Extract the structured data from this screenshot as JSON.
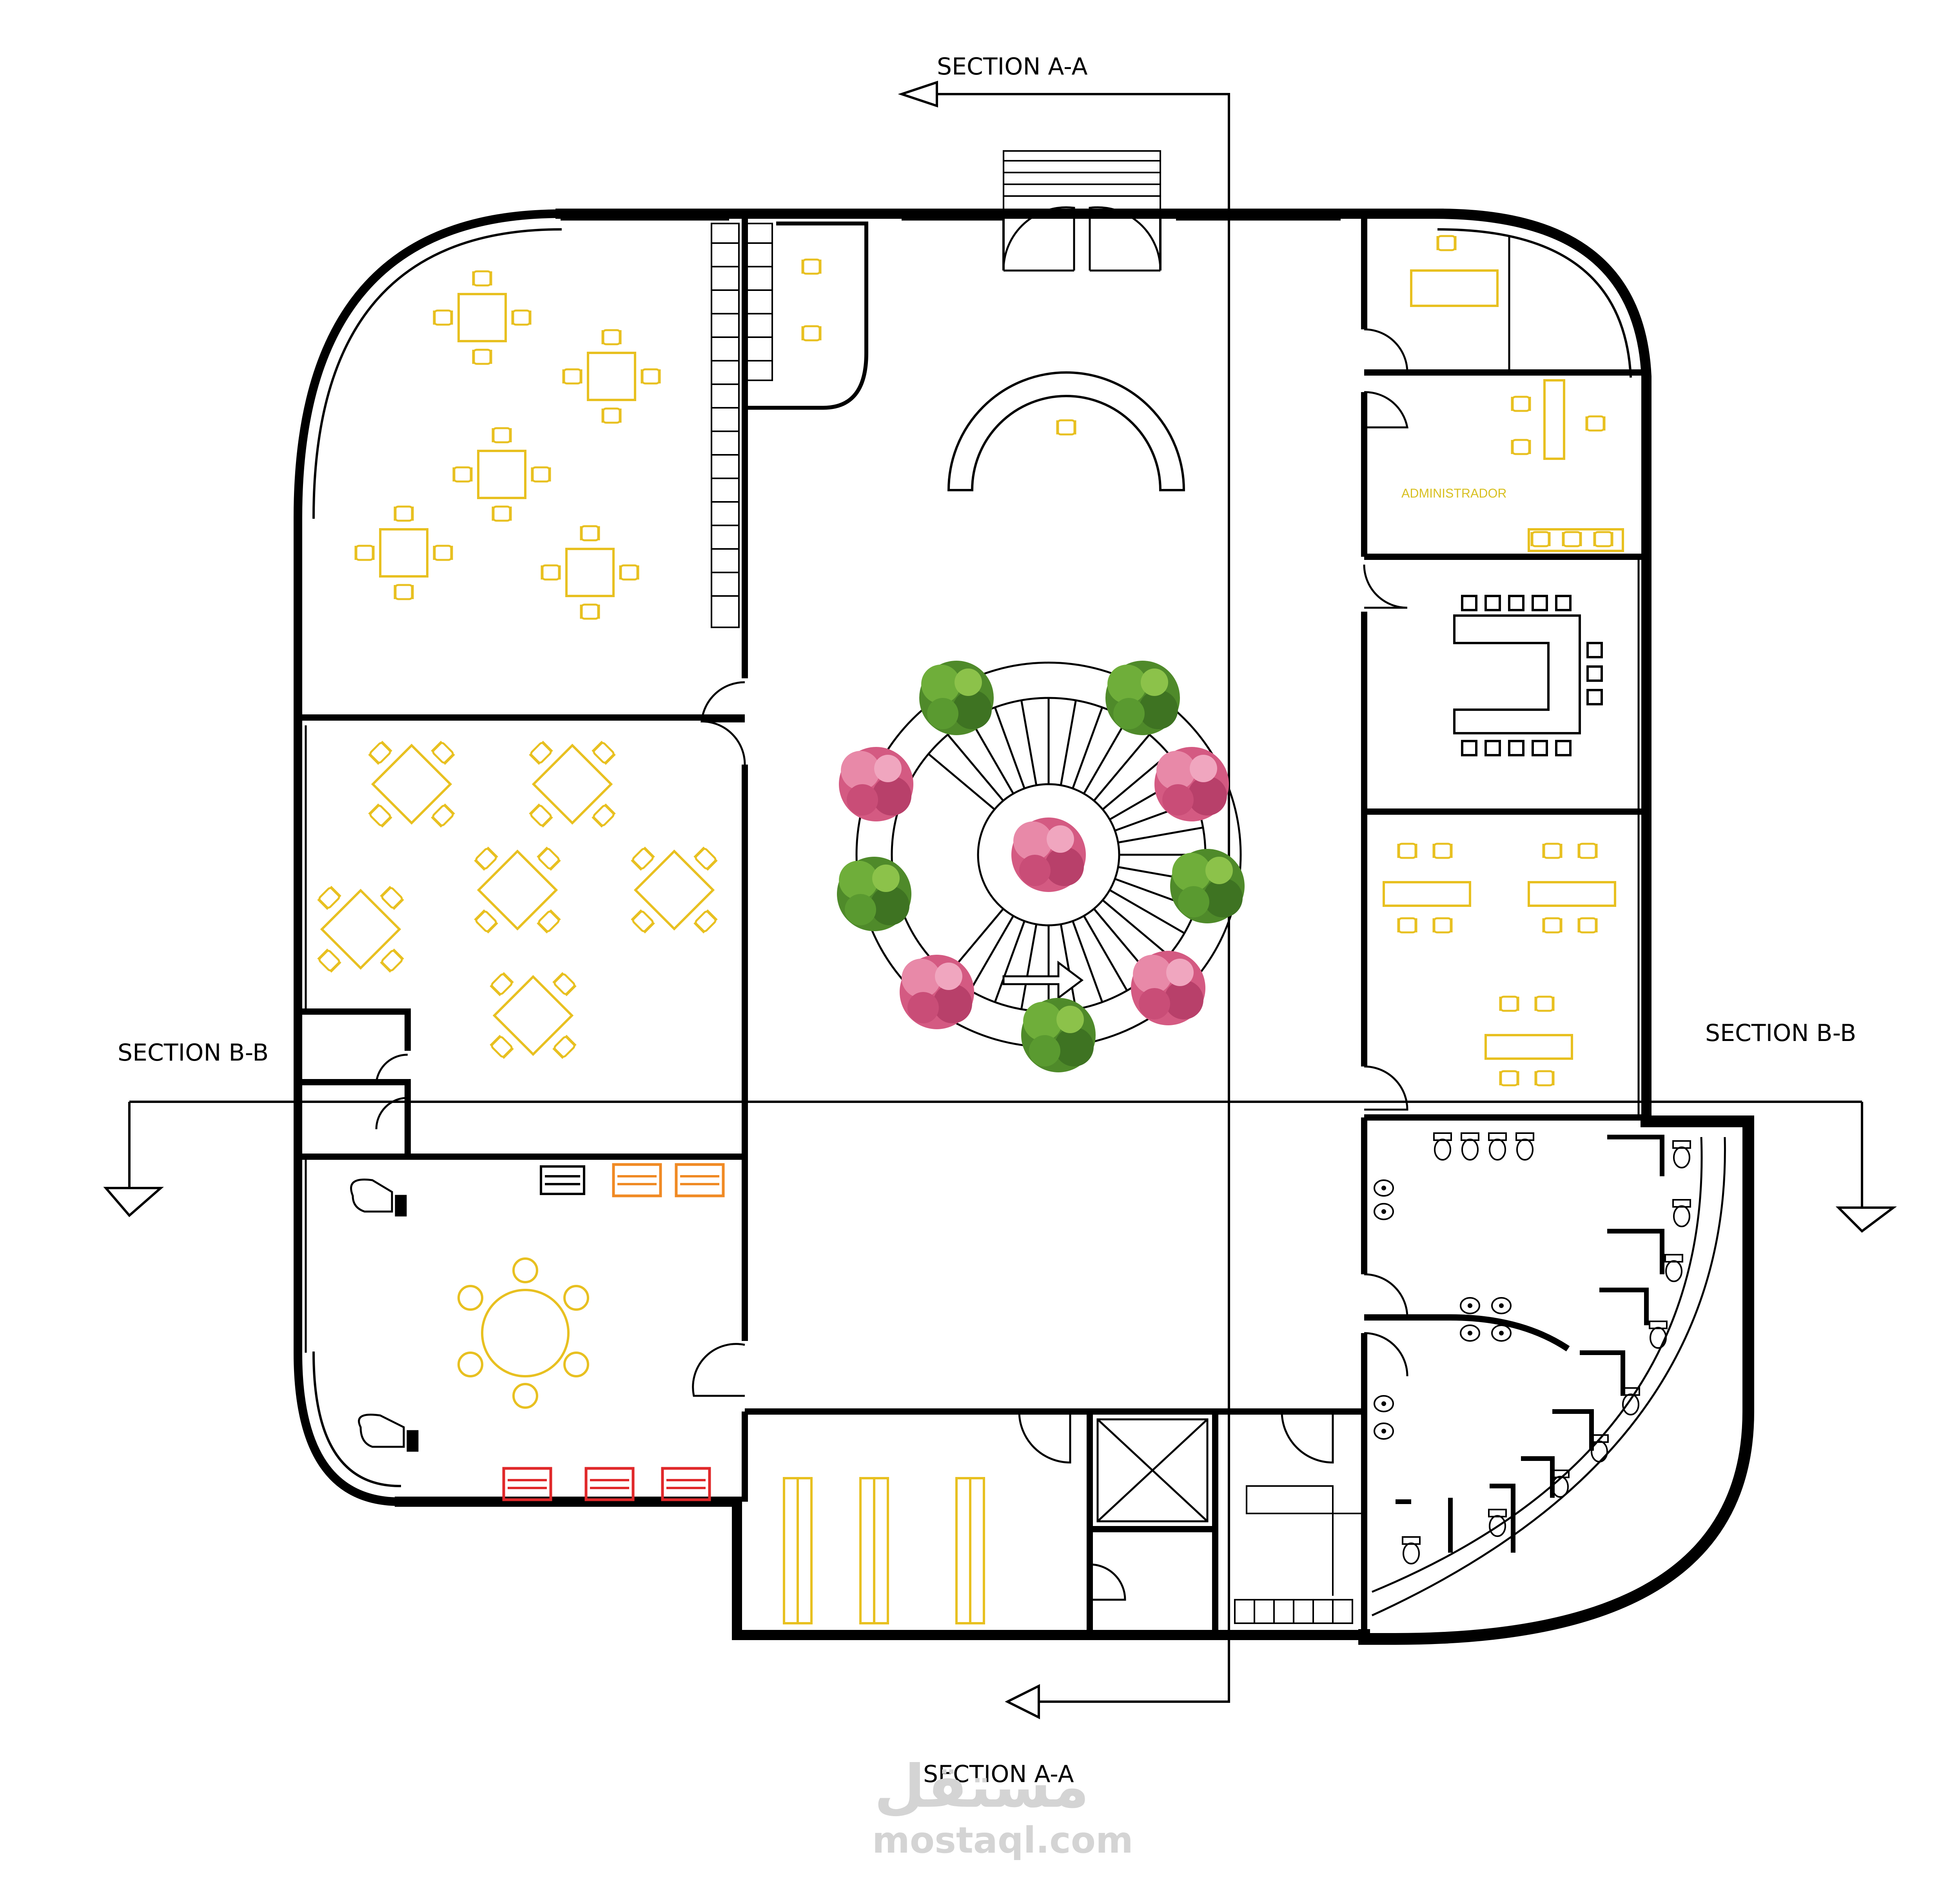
{
  "labels": {
    "section_a_top": "SECTION A-A",
    "section_a_bottom": "SECTION A-A",
    "section_b_left": "SECTION B-B",
    "section_b_right": "SECTION B-B",
    "administrator": "ADMINISTRADOR"
  },
  "watermark": {
    "arabic": "مستقل",
    "latin": "mostaql.com"
  },
  "colors": {
    "wall": "#000000",
    "furniture": "#e8c020",
    "planter_orange": "#f08a24",
    "planter_red": "#e0282a",
    "tree_green": "#4f8a2a",
    "tree_pink": "#d45a82",
    "watermark": "#d4d4d4"
  },
  "icons": [
    "section-arrow-icon",
    "section-marker-icon",
    "tree-icon",
    "chair-icon",
    "table-icon",
    "toilet-icon",
    "sink-icon",
    "piano-icon",
    "door-icon",
    "stair-icon"
  ]
}
